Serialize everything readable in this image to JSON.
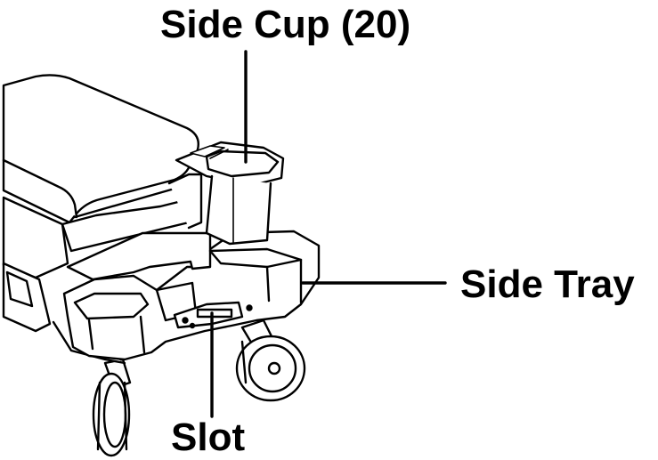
{
  "labels": {
    "side_cup": "Side Cup (20)",
    "side_tray": "Side Tray",
    "slot": "Slot"
  },
  "colors": {
    "line": "#000000",
    "background": "#ffffff"
  }
}
